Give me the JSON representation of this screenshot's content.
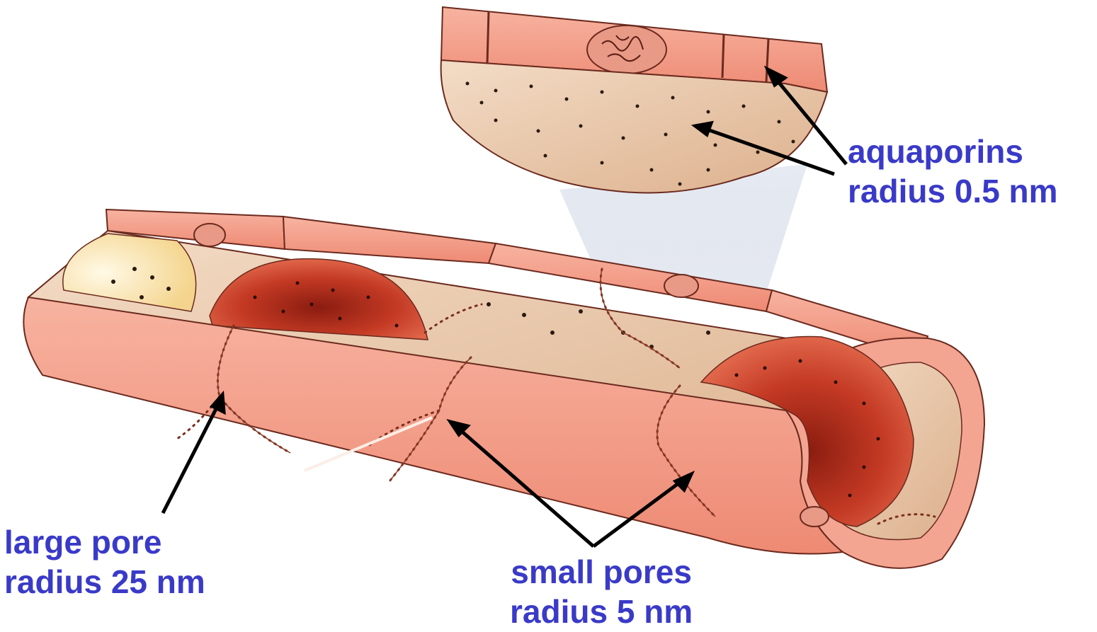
{
  "labels": {
    "aquaporins": {
      "line1": "aquaporins",
      "line2": "radius 0.5 nm"
    },
    "large_pore": {
      "line1": "large pore",
      "line2": "radius 25 nm"
    },
    "small_pores": {
      "line1": "small pores",
      "line2": "radius 5 nm"
    }
  },
  "colors": {
    "label_text": "#3a3ac8",
    "cell_wall": "#f4a08a",
    "cell_wall_edge": "#6b2a1e",
    "lumen": "#e8c4a6",
    "red_blood_cell": "#c0311f",
    "arrow": "#000000"
  }
}
